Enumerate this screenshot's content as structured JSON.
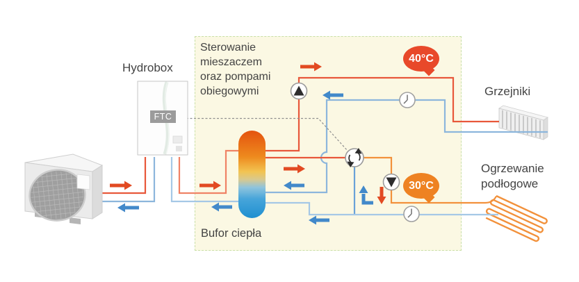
{
  "diagram": {
    "panel_note": "Sterowanie mieszaczem oraz pompami obiegowymi",
    "labels": {
      "hydrobox": "Hydrobox",
      "ftc": "FTC",
      "buffer": "Bufor ciepła",
      "radiators": "Grzejniki",
      "floor_heating": "Ogrzewanie podłogowe"
    },
    "badges": {
      "radiator_temp": "40°C",
      "floor_temp": "30°C"
    },
    "icons": {
      "pump_up": "circle with up triangle (circulation pump)",
      "pump_down": "circle with down triangle (circulation pump)",
      "mixing_valve": "circle with two curved rotation arrows",
      "timer_clock": "clock face (run-time control)"
    },
    "colors": {
      "pipe_red": "#e8573a",
      "pipe_salmon": "#ef8265",
      "pipe_orange": "#f2913b",
      "pipe_blue": "#8cb6dc",
      "pipe_blue_light": "#a5c8e6",
      "pipe_blue_mid": "#6aa2d8",
      "arrow_red": "#e24a22",
      "arrow_blue": "#4289ca",
      "bubble_red": "#e8492a",
      "bubble_orange": "#ee8222",
      "panel_bg": "#fbf8e3",
      "panel_border": "#c8dfa6",
      "text": "#434343",
      "badge_bg": "#9b9b9b"
    }
  }
}
